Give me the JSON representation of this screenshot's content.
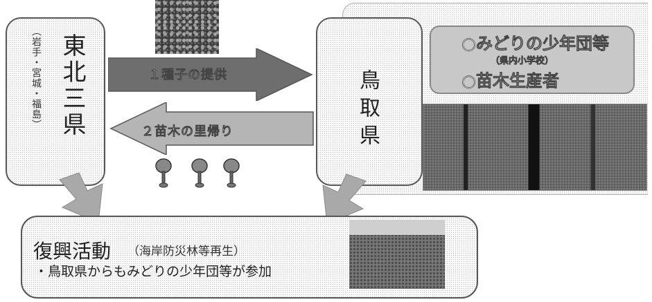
{
  "tohoku": {
    "name": "東北三県",
    "prefectures": "（岩手・宮城・福島）"
  },
  "tottori": {
    "name": "鳥取県"
  },
  "arrows": {
    "seed_supply": "１種子の提供",
    "seedling_return": "２苗木の里帰り"
  },
  "participants": {
    "line1": "○みどりの少年団等",
    "note": "（県内小学校）",
    "line2": "○苗木生産者"
  },
  "activity": {
    "title": "復興活動",
    "subtitle": "（海岸防災林等再生）",
    "bullet": "・鳥取県からもみどりの少年団等が参加"
  },
  "colors": {
    "arrow_dark": "#6e6e6e",
    "arrow_light": "#b5b5b5",
    "border": "#555555",
    "flow_arrow": "#a9a9a9"
  }
}
